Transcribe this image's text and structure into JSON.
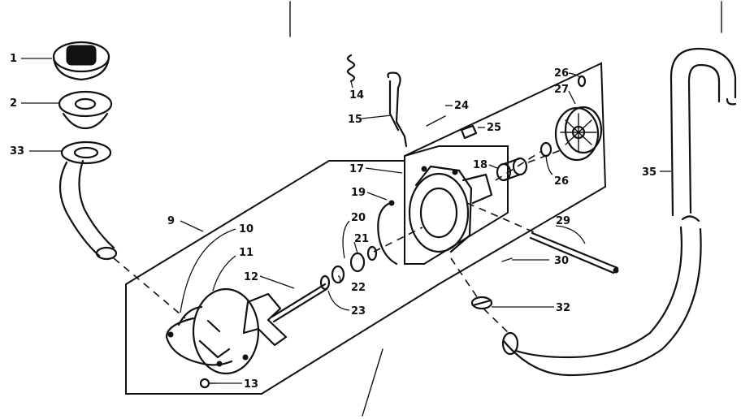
{
  "labels": {
    "p1": "1",
    "p2": "2",
    "p33": "33",
    "p9": "9",
    "p10": "10",
    "p11": "11",
    "p12": "12",
    "p13": "13",
    "p14": "14",
    "p15": "15",
    "p17": "17",
    "p18": "18",
    "p19": "19",
    "p20": "20",
    "p21": "21",
    "p22": "22",
    "p23": "23",
    "p24": "24",
    "p25": "25",
    "p26a": "26",
    "p26b": "26",
    "p27": "27",
    "p29": "29",
    "p30": "30",
    "p32": "32",
    "p35": "35"
  }
}
